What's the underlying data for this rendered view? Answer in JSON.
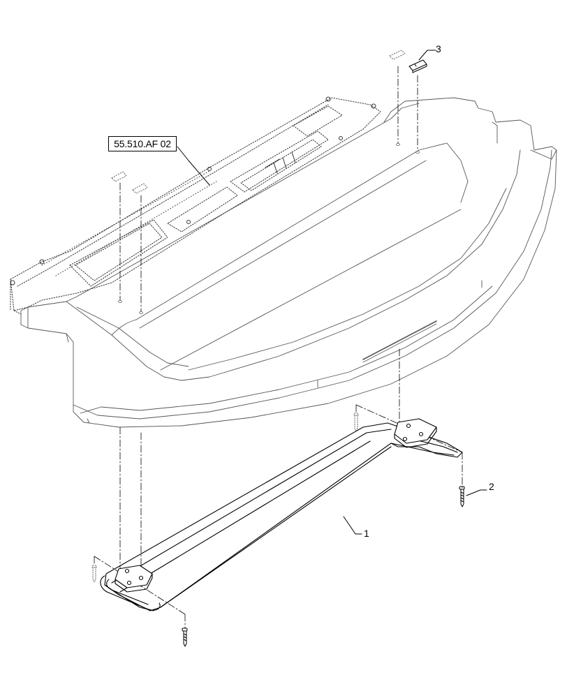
{
  "diagram": {
    "reference_label": "55.510.AF 02",
    "callouts": [
      {
        "id": "1",
        "text": "1"
      },
      {
        "id": "2",
        "text": "2"
      },
      {
        "id": "3",
        "text": "3"
      }
    ],
    "colors": {
      "line": "#000000",
      "background": "#ffffff"
    }
  }
}
